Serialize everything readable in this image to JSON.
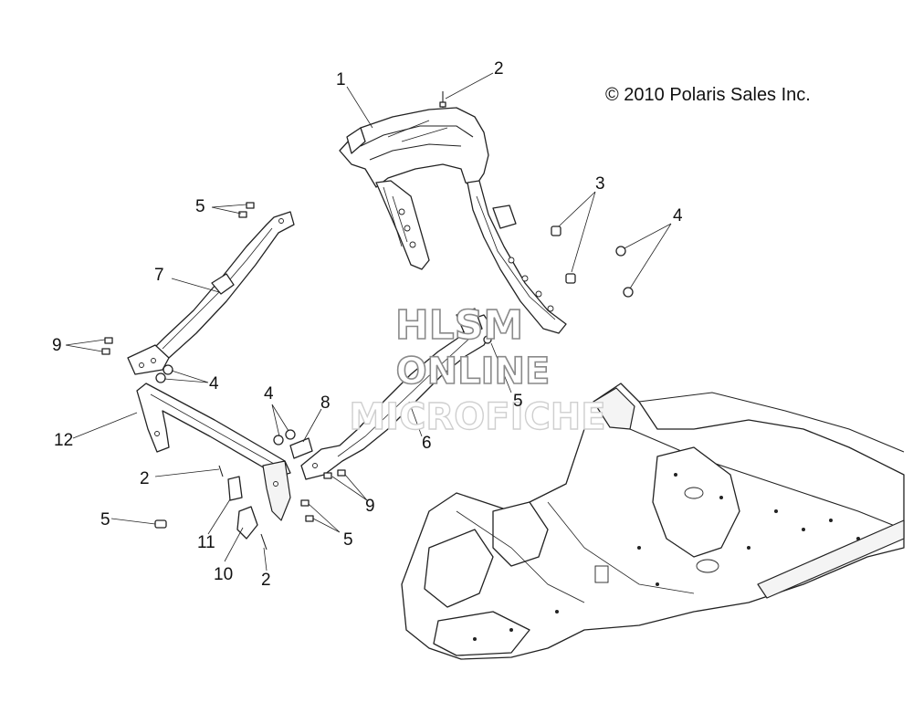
{
  "copyright": "© 2010 Polaris Sales Inc.",
  "watermark": {
    "line1": "HLSM",
    "line2": "ONLINE",
    "line3": "MICROFICHE"
  },
  "callouts": [
    "1",
    "2",
    "3",
    "4",
    "5",
    "5",
    "7",
    "9",
    "4",
    "12",
    "4",
    "8",
    "6",
    "5",
    "2",
    "9",
    "5",
    "11",
    "5",
    "10",
    "2"
  ]
}
